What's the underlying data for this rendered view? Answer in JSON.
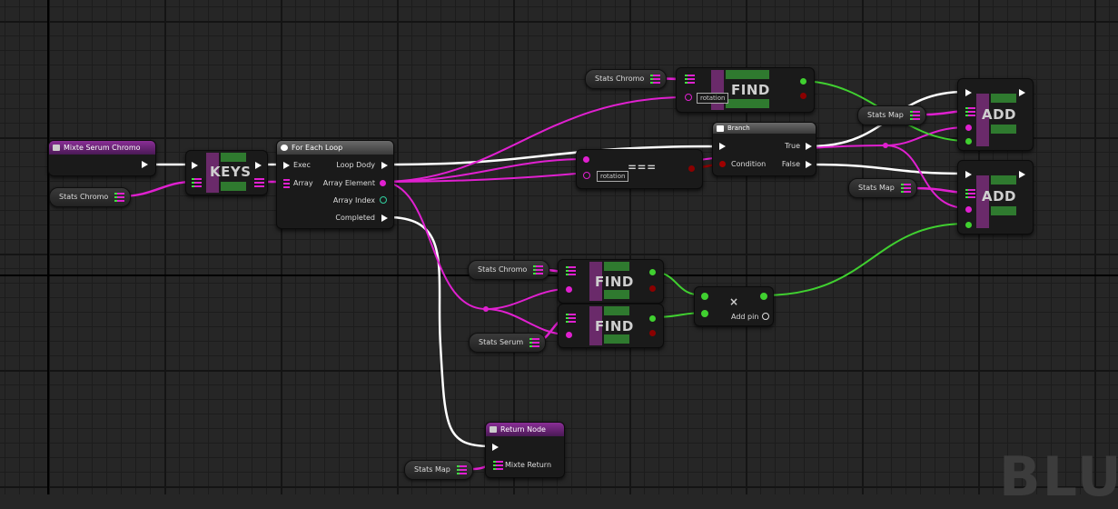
{
  "colors": {
    "exec": "#ffffff",
    "map": "#e020d0",
    "bool": "#8b0000",
    "value": "#40d030"
  },
  "watermark": "BLU",
  "nodes": {
    "mixte_serum_chromo": {
      "title": "Mixte Serum Chromo"
    },
    "stats_chromo_1": {
      "label": "Stats Chromo"
    },
    "keys": {
      "label": "KEYS"
    },
    "for_each": {
      "title": "For Each Loop",
      "exec": "Exec",
      "array": "Array",
      "loop_body": "Loop Dody",
      "array_element": "Array Element",
      "array_index": "Array Index",
      "completed": "Completed"
    },
    "stats_chromo_top": {
      "label": "Stats Chromo"
    },
    "find_top": {
      "label": "FIND",
      "input": "rotation"
    },
    "equals": {
      "label": "===",
      "input": "rotation"
    },
    "branch": {
      "title": "Branch",
      "condition": "Condition",
      "true": "True",
      "false": "False"
    },
    "stats_map_1": {
      "label": "Stats Map"
    },
    "add_1": {
      "label": "ADD"
    },
    "stats_map_2": {
      "label": "Stats Map"
    },
    "add_2": {
      "label": "ADD"
    },
    "stats_chromo_mid": {
      "label": "Stats Chromo"
    },
    "find_mid1": {
      "label": "FIND"
    },
    "find_mid2": {
      "label": "FIND"
    },
    "stats_serum": {
      "label": "Stats Serum"
    },
    "multiply": {
      "label": "×",
      "add_pin": "Add pin"
    },
    "return_node": {
      "title": "Return Node",
      "output": "Mixte Return"
    },
    "stats_map_3": {
      "label": "Stats Map"
    }
  }
}
